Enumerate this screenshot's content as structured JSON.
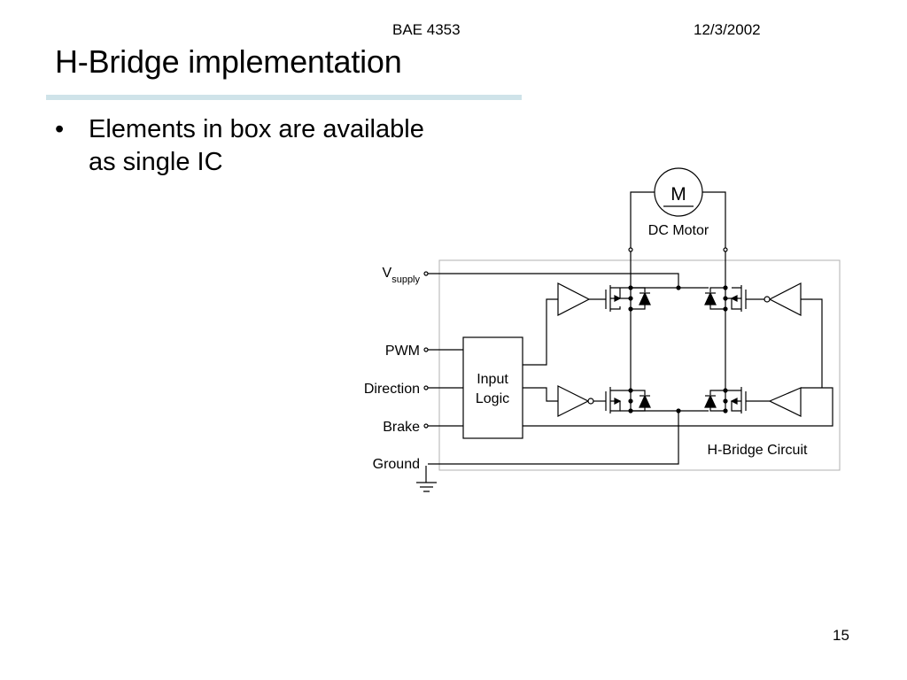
{
  "header": {
    "course": "BAE 4353",
    "date": "12/3/2002"
  },
  "title": "H-Bridge implementation",
  "bullets": [
    "Elements in box are available as single IC"
  ],
  "diagram": {
    "motor_symbol": "M",
    "motor_label": "DC Motor",
    "vsupply_main": "V",
    "vsupply_sub": "supply",
    "pwm": "PWM",
    "direction": "Direction",
    "brake": "Brake",
    "ground": "Ground",
    "logic_line1": "Input",
    "logic_line2": "Logic",
    "bridge_label": "H-Bridge Circuit"
  },
  "page_number": "15",
  "colors": {
    "accent_rule": "#cfe3e9",
    "box_border": "#b0b0b0"
  }
}
